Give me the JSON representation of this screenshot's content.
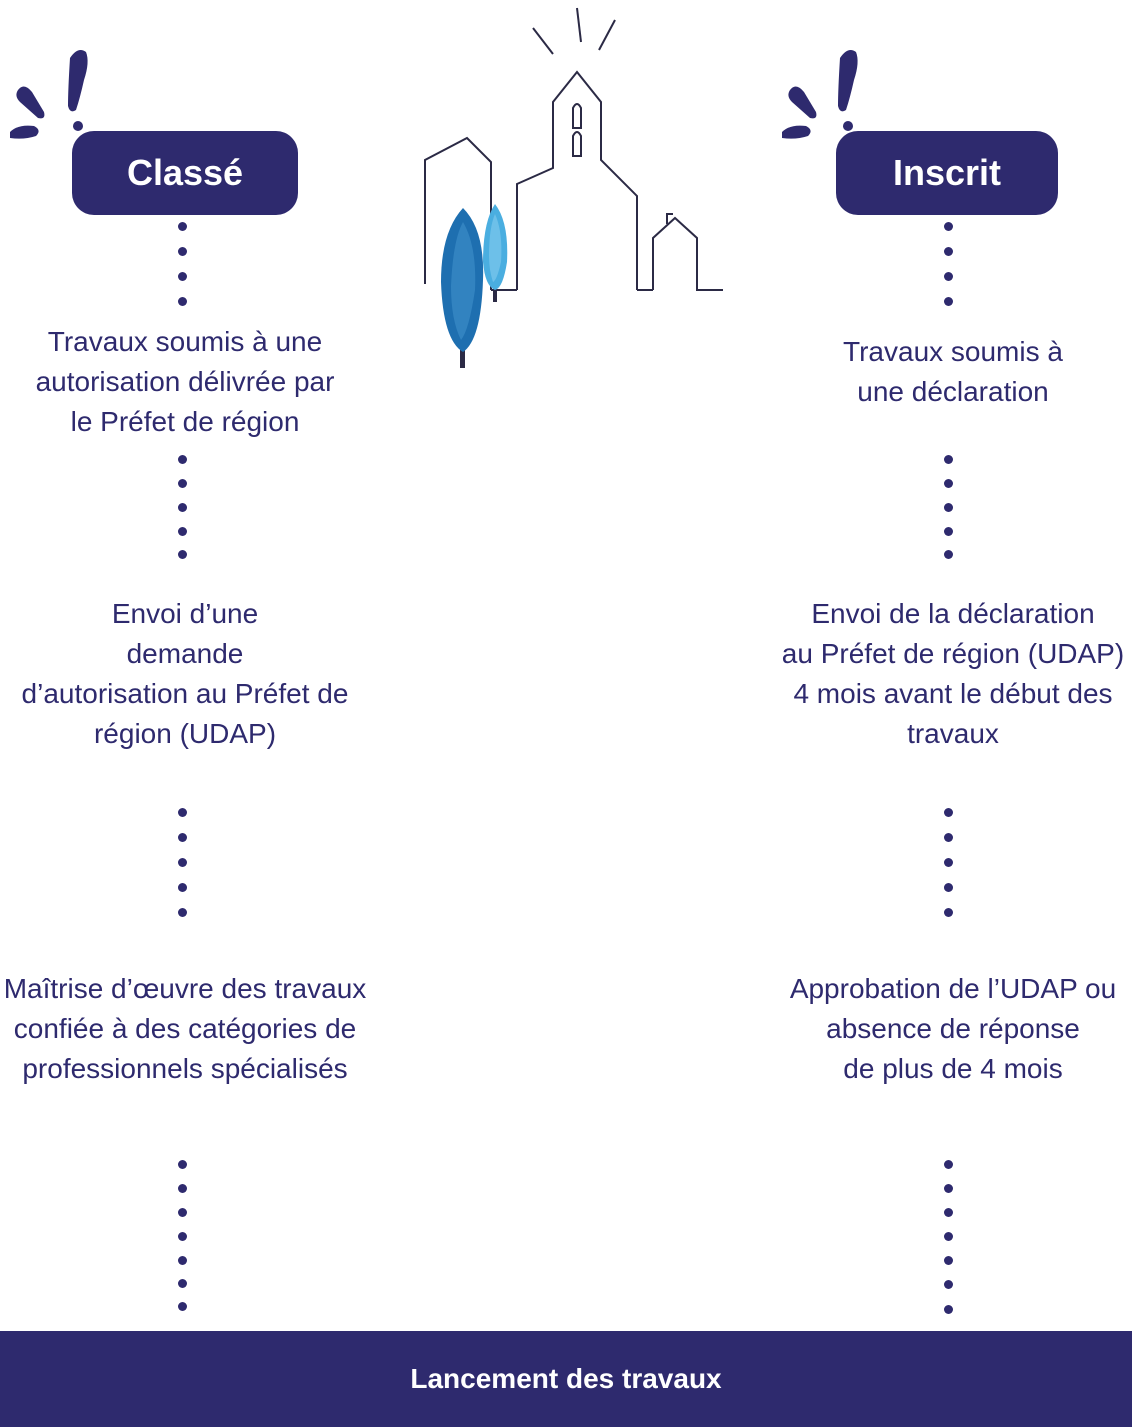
{
  "left": {
    "title": "Classé",
    "steps": [
      "Travaux soumis à une\nautorisation délivrée par\nle Préfet de région",
      "Envoi d’une\ndemande\nd’autorisation au Préfet de\nrégion (UDAP)",
      "Maîtrise d’œuvre des travaux\nconfiée à des catégories de\nprofessionnels spécialisés"
    ]
  },
  "right": {
    "title": "Inscrit",
    "steps": [
      "Travaux soumis à\nune déclaration",
      "Envoi de la déclaration\nau Préfet de région (UDAP)\n4 mois avant le début des\ntravaux",
      "Approbation de l’UDAP ou\nabsence de réponse\nde plus de 4 mois"
    ]
  },
  "footer": {
    "label": "Lancement des travaux"
  },
  "colors": {
    "primary": "#2e2a6e",
    "tree_dark": "#1e6fb0",
    "tree_light": "#4aaee0"
  },
  "icons": [
    "exclamation-icon",
    "church-village-icon"
  ]
}
